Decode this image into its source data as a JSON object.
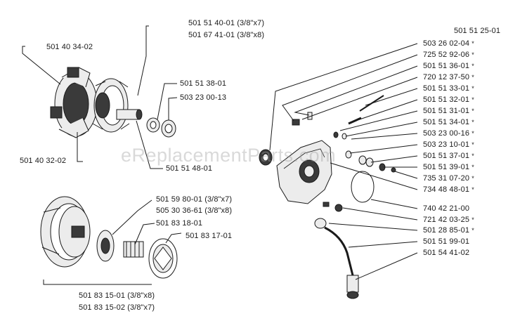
{
  "watermark": "eReplacementParts.com",
  "colors": {
    "ink": "#1a1a1a",
    "part_fill": "#ececec",
    "dark_fill": "#3a3a3a"
  },
  "assembly_number": "501 51 25-01",
  "left_labels": [
    "501 51 40-01 (3/8\"x7)",
    "501 67 41-01 (3/8\"x8)",
    "501 40 34-02",
    "501 51 38-01",
    "503 23 00-13",
    "501 40 32-02",
    "501 51 48-01",
    "501 59 80-01 (3/8\"x7)",
    "505 30 36-61 (3/8\"x8)",
    "501 83 18-01",
    "501 83 17-01",
    "501 83 15-01 (3/8\"x8)",
    "501 83 15-02 (3/8\"x7)"
  ],
  "right_labels": [
    {
      "part": "503 26 02-04",
      "mark": "*"
    },
    {
      "part": "725 52 92-06",
      "mark": "*"
    },
    {
      "part": "501 51 36-01",
      "mark": "*"
    },
    {
      "part": "720 12 37-50",
      "mark": "*"
    },
    {
      "part": "501 51 33-01",
      "mark": "*"
    },
    {
      "part": "501 51 32-01",
      "mark": "*"
    },
    {
      "part": "501 51 31-01",
      "mark": "*"
    },
    {
      "part": "501 51 34-01",
      "mark": "*"
    },
    {
      "part": "503 23 00-16",
      "mark": "*"
    },
    {
      "part": "503 23 10-01",
      "mark": "*"
    },
    {
      "part": "501 51 37-01",
      "mark": "*"
    },
    {
      "part": "501 51 39-01",
      "mark": "*"
    },
    {
      "part": "735 31 07-20",
      "mark": "*"
    },
    {
      "part": "734 48 48-01",
      "mark": "*"
    },
    {
      "part": "740 42 21-00",
      "mark": ""
    },
    {
      "part": "721 42 03-25",
      "mark": "*"
    },
    {
      "part": "501 28 85-01",
      "mark": "*"
    },
    {
      "part": "501 51 99-01",
      "mark": ""
    },
    {
      "part": "501 54 41-02",
      "mark": ""
    }
  ]
}
